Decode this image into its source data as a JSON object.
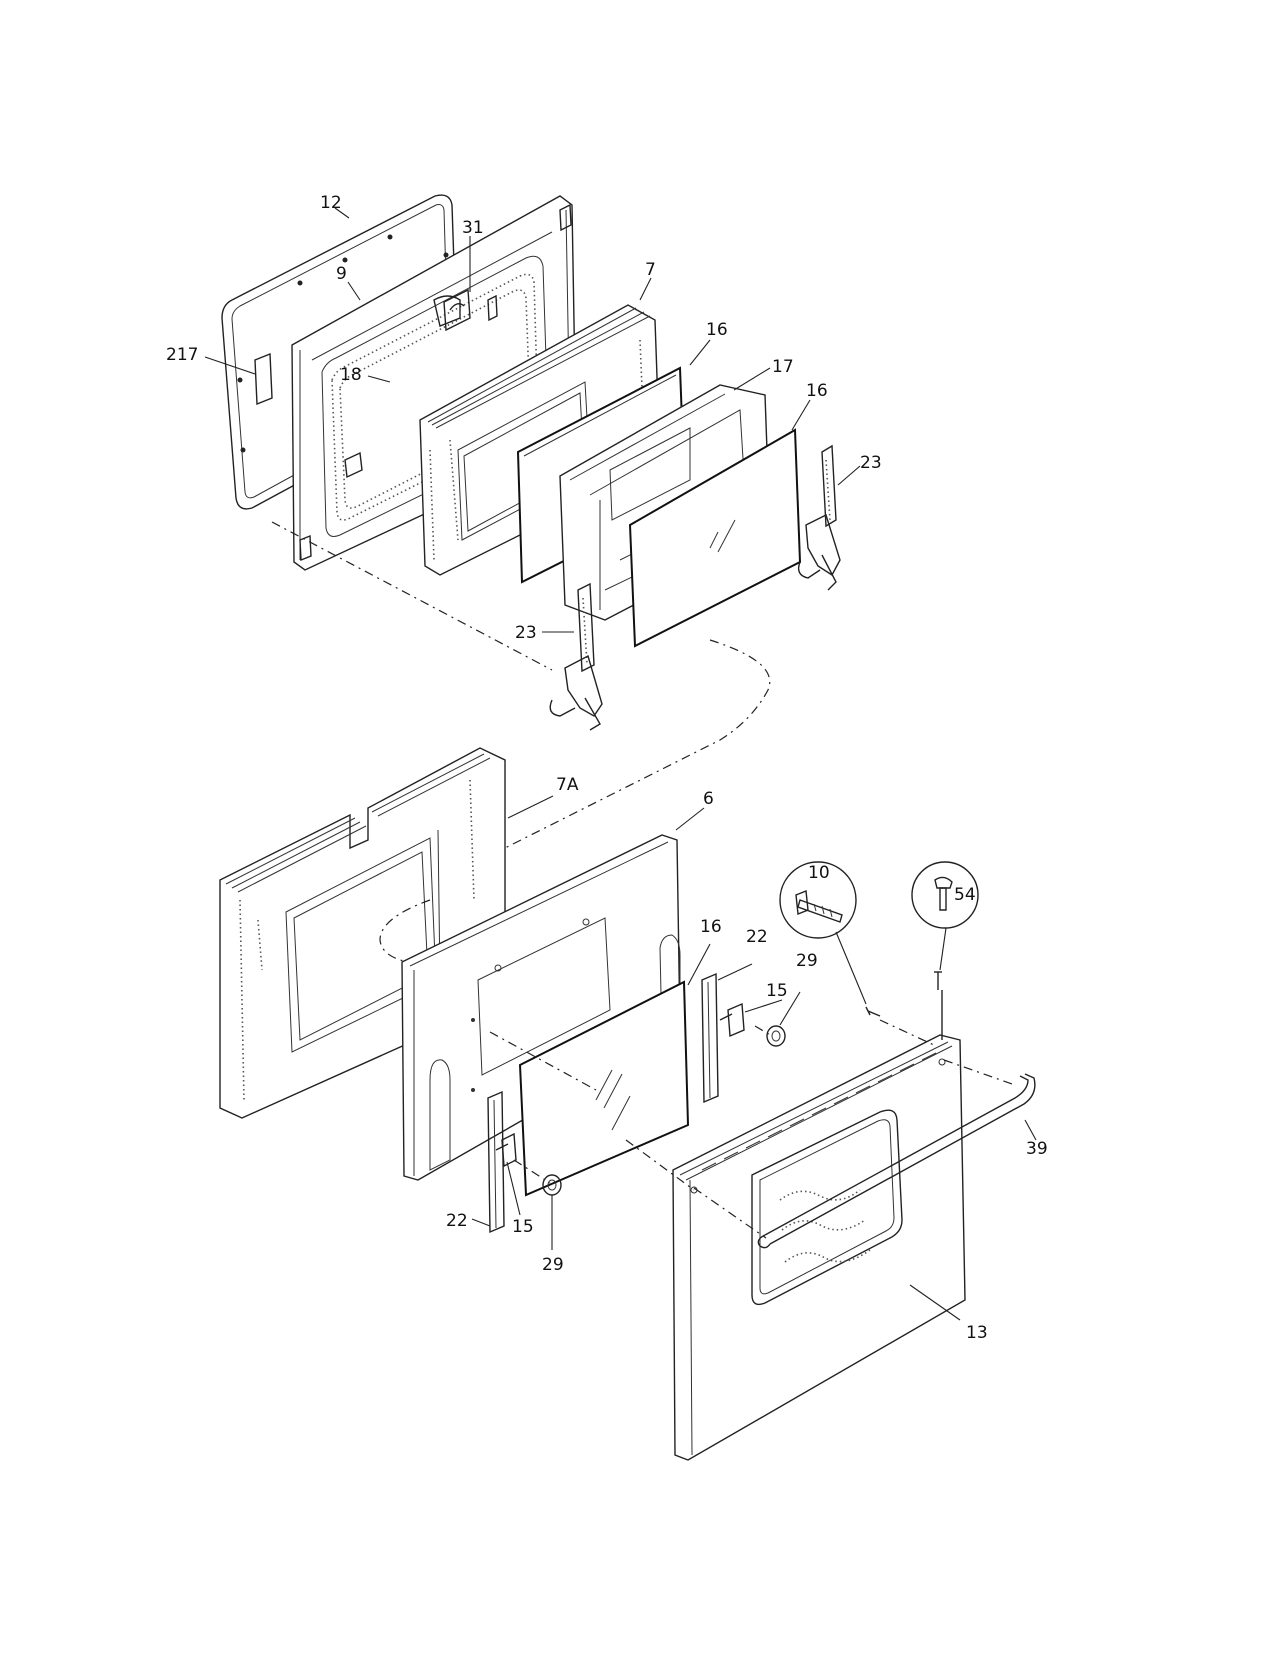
{
  "callouts": {
    "c12": "12",
    "c31": "31",
    "c9": "9",
    "c7": "7",
    "c217": "217",
    "c18": "18",
    "c16a": "16",
    "c17": "17",
    "c16b": "16",
    "c23a": "23",
    "c23b": "23",
    "c7A": "7A",
    "c6": "6",
    "c10": "10",
    "c54": "54",
    "c16c": "16",
    "c22a": "22",
    "c15a": "15",
    "c29a": "29",
    "c39": "39",
    "c15b": "15",
    "c22b": "22",
    "c29b": "29",
    "c13": "13"
  }
}
